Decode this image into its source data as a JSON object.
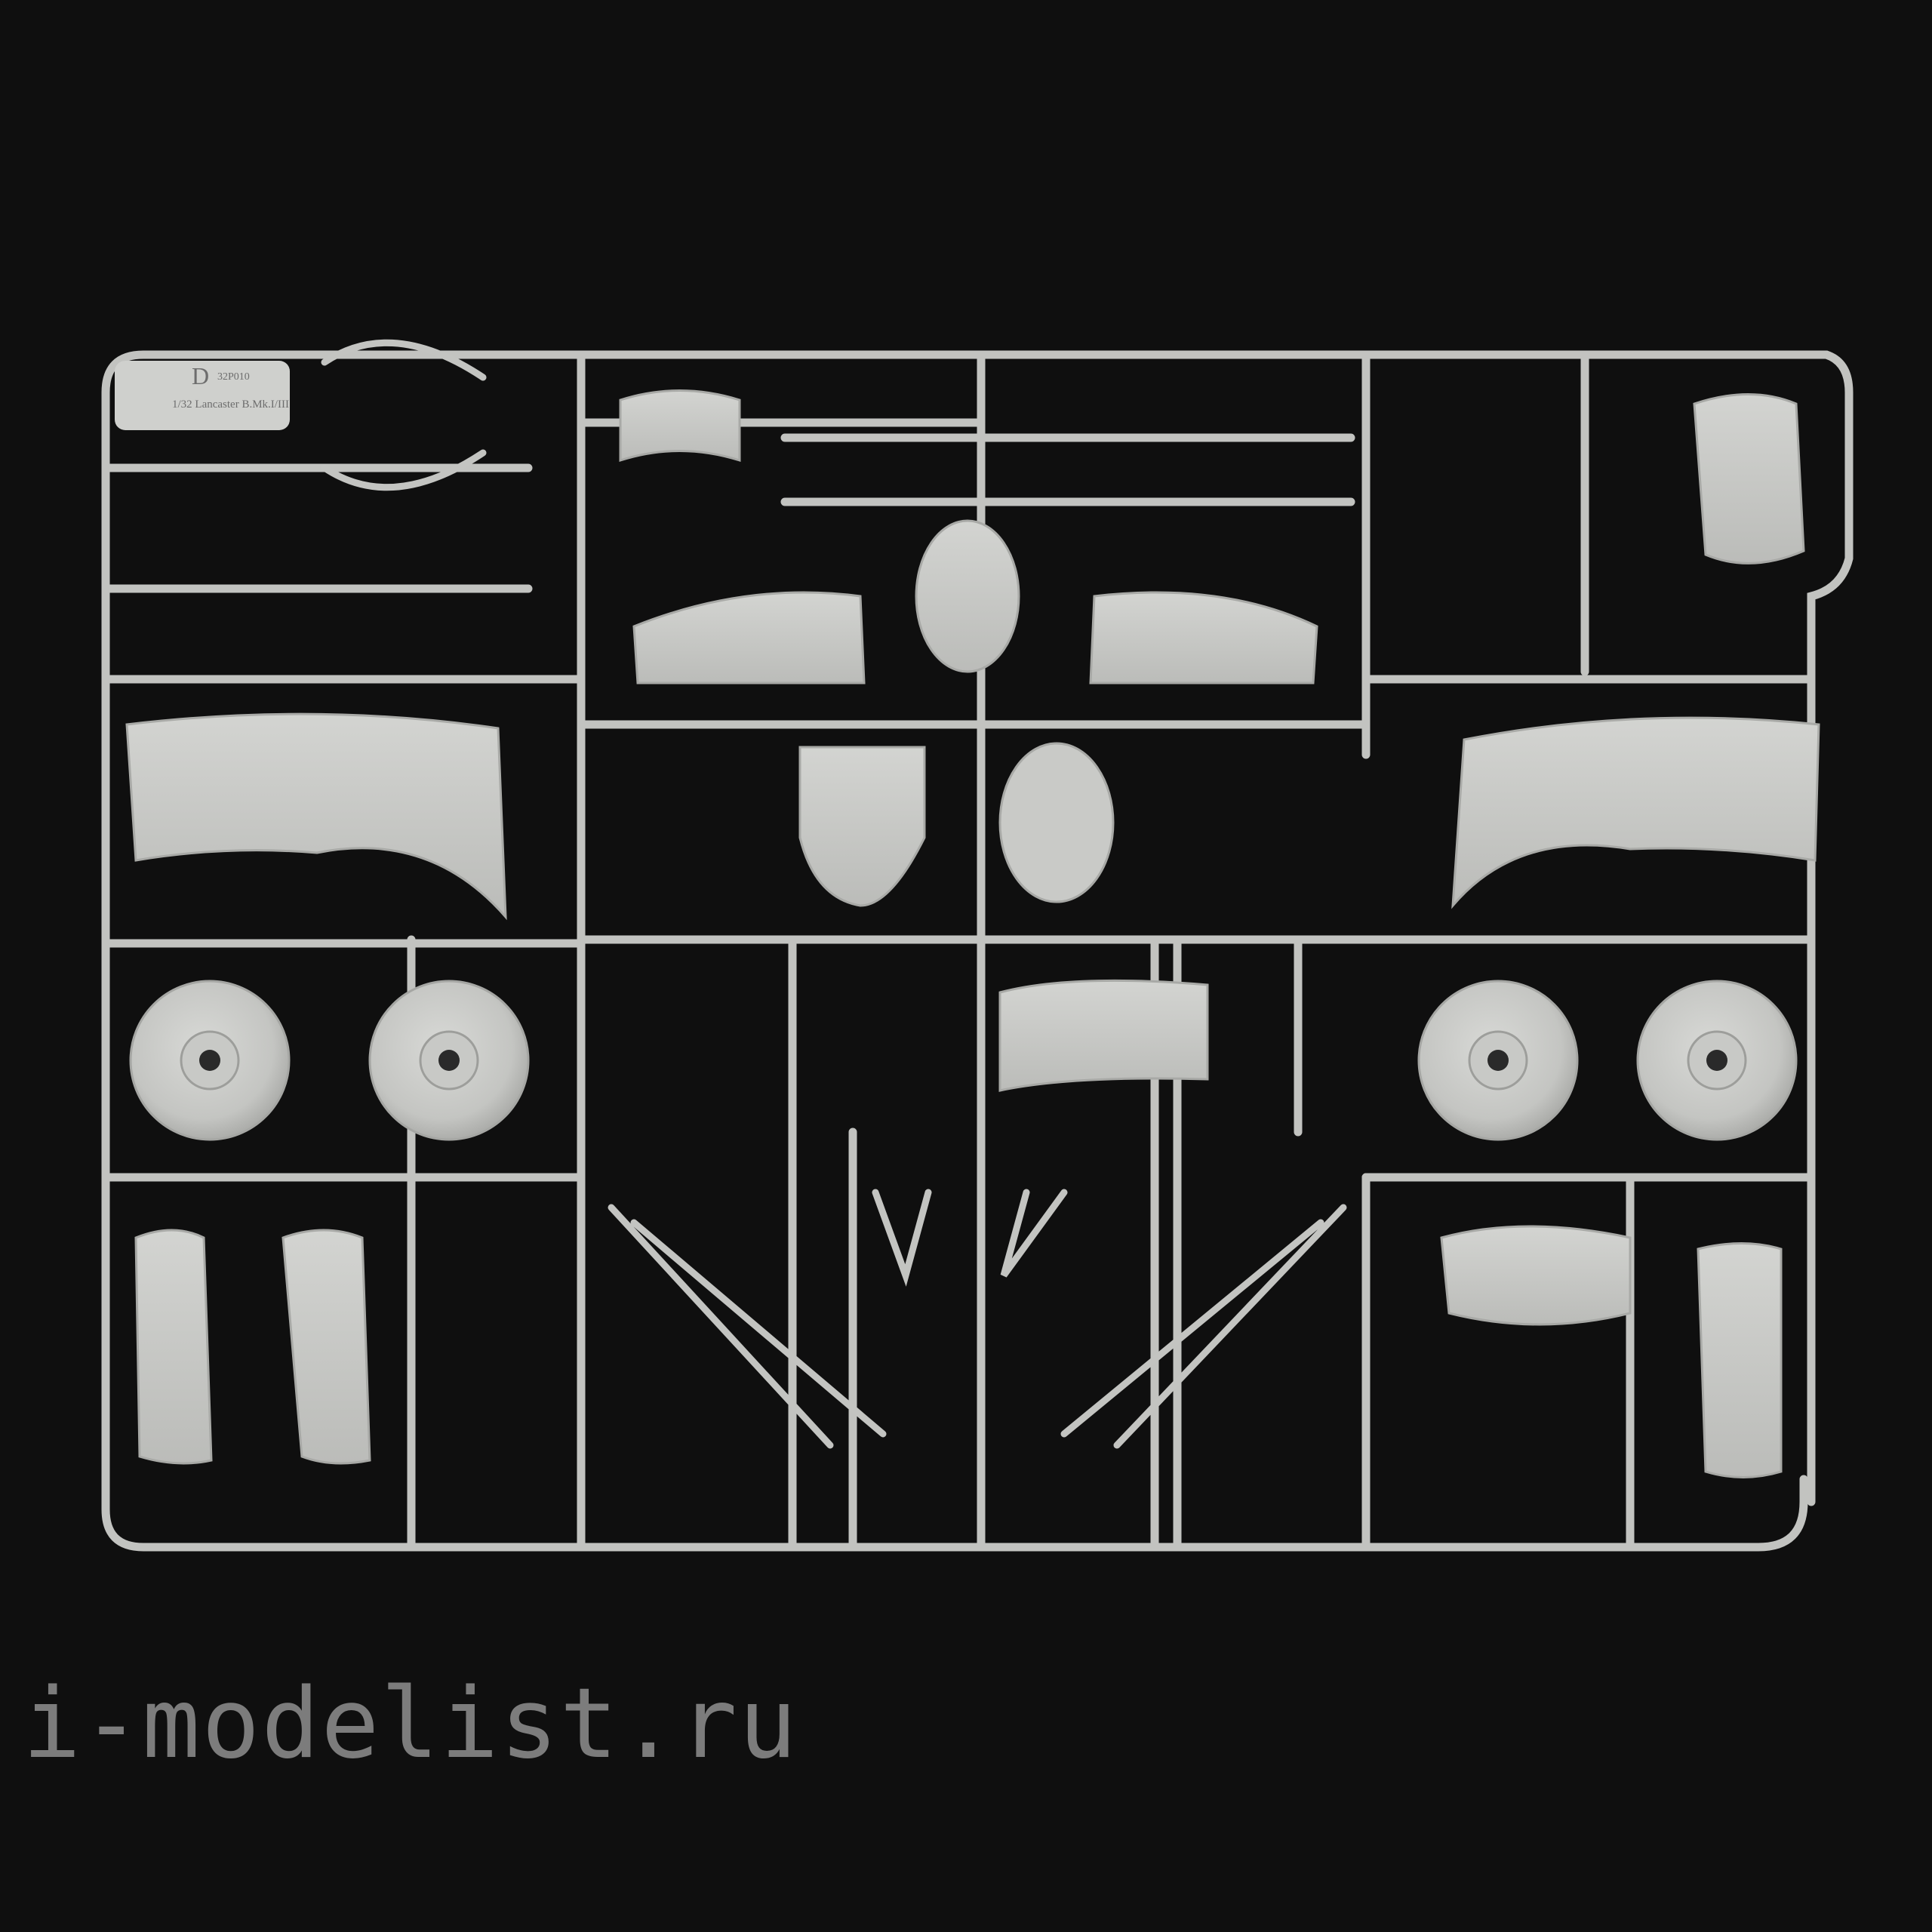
{
  "sprue": {
    "letter": "D",
    "code": "32P010",
    "title": "1/32 Lancaster B.Mk.I/III",
    "color": "#c9cac7",
    "background": "#0f0f0f"
  },
  "watermark": {
    "text": "i-modelist.ru"
  }
}
